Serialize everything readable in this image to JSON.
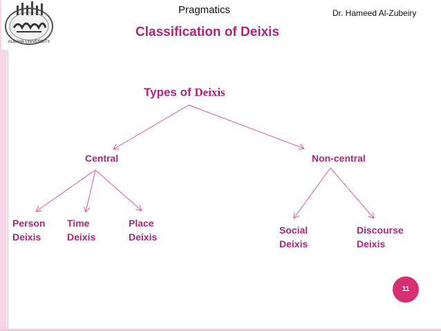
{
  "header": {
    "course": "Pragmatics",
    "author": "Dr. Hameed Al-Zubeiry",
    "logo_caption": "ALBAHA UNIVERSITY"
  },
  "slide": {
    "title": "Classification of Deixis",
    "page_number": "11"
  },
  "diagram": {
    "root": {
      "prefix": "Types of ",
      "emph": "Deixis"
    },
    "central": {
      "label": "Central",
      "children": [
        {
          "line1": "Person",
          "line2": "Deixis"
        },
        {
          "line1": "Time",
          "line2": "Deixis"
        },
        {
          "line1": "Place",
          "line2": "Deixis"
        }
      ]
    },
    "noncentral": {
      "label": "Non-central",
      "children": [
        {
          "line1": "Social",
          "line2": "Deixis"
        },
        {
          "line1": "Discourse",
          "line2": "Deixis"
        }
      ]
    }
  },
  "colors": {
    "accent": "#b0237f",
    "arrow": "#e0559a",
    "page_badge": "#d72f74"
  }
}
